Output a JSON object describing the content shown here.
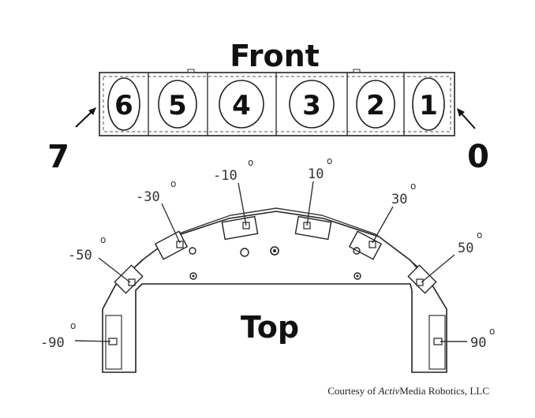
{
  "front": {
    "title": "Front",
    "sensor_numbers": [
      "6",
      "5",
      "4",
      "3",
      "2",
      "1"
    ],
    "left_end_label": "7",
    "right_end_label": "0"
  },
  "top": {
    "title": "Top",
    "angles": [
      "-90",
      "-50",
      "-30",
      "-10",
      "10",
      "30",
      "50",
      "90"
    ],
    "degree_symbol": "o"
  },
  "credit": {
    "prefix": "Courtesy of ",
    "italic": "Activ",
    "suffix": "Media Robotics, LLC"
  }
}
